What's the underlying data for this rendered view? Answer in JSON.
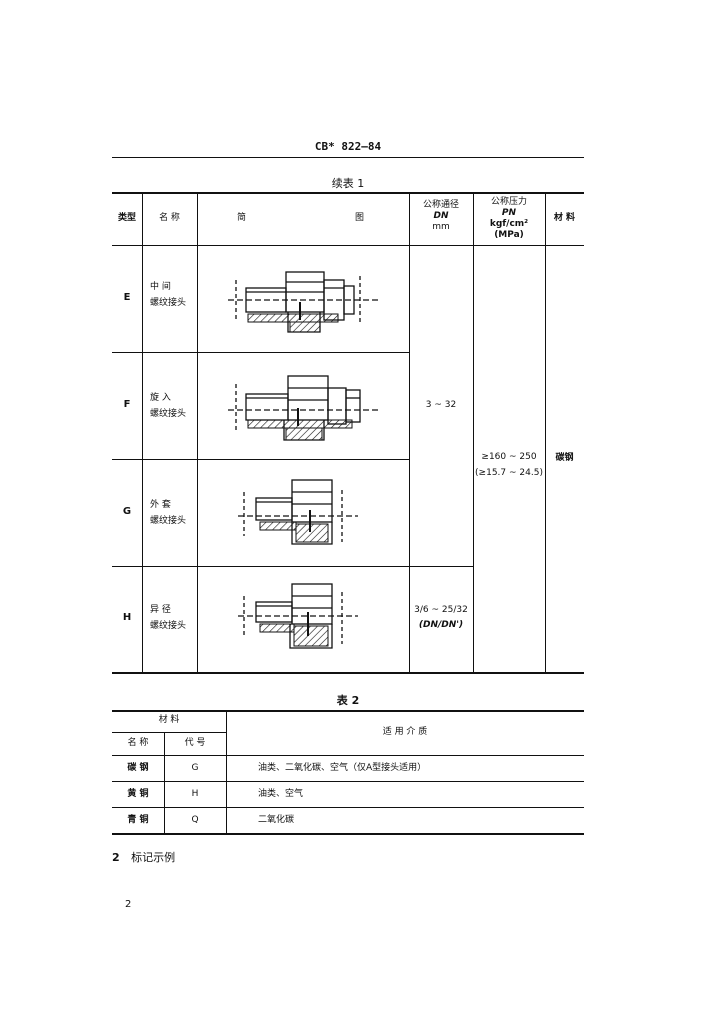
{
  "header": {
    "standard_code": "CB* 822—84"
  },
  "table1": {
    "caption": "续表 1",
    "headers": {
      "type": "类型",
      "name": "名 称",
      "diagram_left": "简",
      "diagram_right": "图",
      "dn_line1": "公称通径",
      "dn_line2": "DN",
      "dn_line3": "mm",
      "pn_line1": "公称压力",
      "pn_line2": "PN",
      "pn_line3": "kgf/cm²",
      "pn_line4": "(MPa)",
      "material": "材 料"
    },
    "rows": [
      {
        "type": "E",
        "name_line1": "中   间",
        "name_line2": "螺纹接头"
      },
      {
        "type": "F",
        "name_line1": "旋   入",
        "name_line2": "螺纹接头"
      },
      {
        "type": "G",
        "name_line1": "外   套",
        "name_line2": "螺纹接头"
      },
      {
        "type": "H",
        "name_line1": "异   径",
        "name_line2": "螺纹接头"
      }
    ],
    "dn_efg": "3 ~ 32",
    "dn_h_line1": "3/6 ~ 25/32",
    "dn_h_line2": "(DN/DN')",
    "pn_line1": "≥160 ~ 250",
    "pn_line2": "(≥15.7 ~ 24.5)",
    "material_value": "碳钢"
  },
  "table2": {
    "caption": "表 2",
    "headers": {
      "material": "材   料",
      "name": "名  称",
      "code": "代  号",
      "medium": "适         用         介         质"
    },
    "rows": [
      {
        "name": "碳   钢",
        "code": "G",
        "medium": "油类、二氧化碳、空气（仅A型接头适用）"
      },
      {
        "name": "黄   铜",
        "code": "H",
        "medium": "油类、空气"
      },
      {
        "name": "青   铜",
        "code": "Q",
        "medium": "二氧化碳"
      }
    ]
  },
  "section": {
    "number": "2",
    "title": "标记示例"
  },
  "page_number": "2"
}
